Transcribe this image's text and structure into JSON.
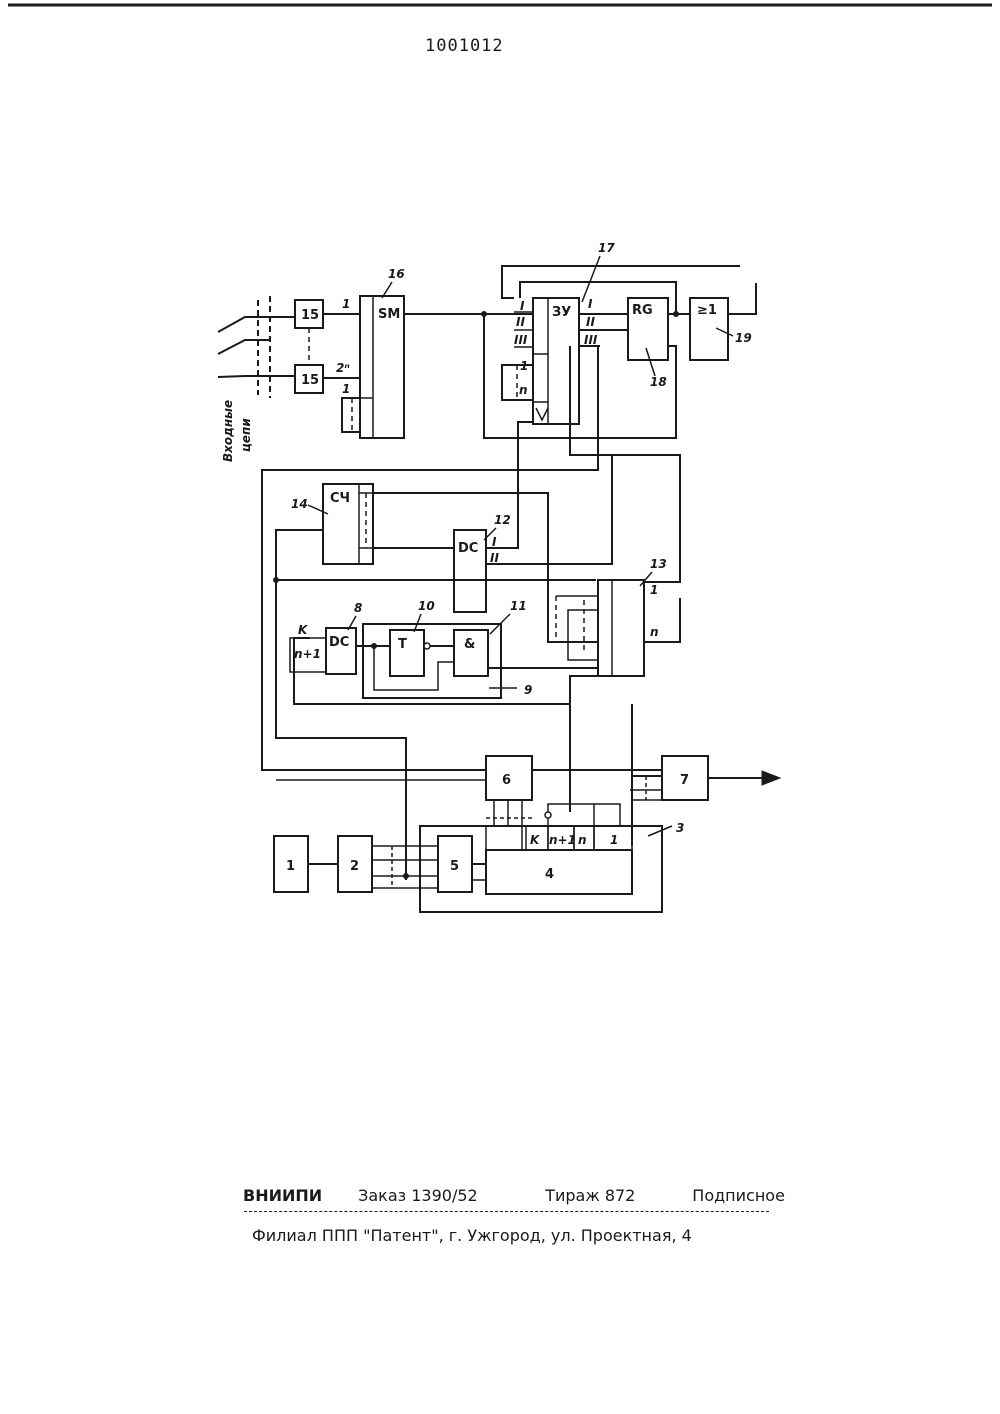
{
  "page_number": "1001012",
  "diagram": {
    "side_label_1": "Входные",
    "side_label_2": "цепи",
    "blocks": {
      "b1": "1",
      "b2": "2",
      "b4": "4",
      "b5": "5",
      "b6": "6",
      "b7": "7",
      "b8": "DC",
      "b10": "T",
      "b11": "&",
      "b12": "DC",
      "b14": "СЧ",
      "b15a": "15",
      "b15b": "15",
      "b16": "SM",
      "b17": "ЗУ",
      "b18": "RG",
      "b19": "≥1"
    },
    "refs": {
      "r3": "3",
      "r8": "8",
      "r9": "9",
      "r10": "10",
      "r11": "11",
      "r12": "12",
      "r13": "13",
      "r14": "14",
      "r16": "16",
      "r17": "17",
      "r18": "18",
      "r19": "19"
    },
    "pins": {
      "sm_in1": "1",
      "sm_in2n": "2ⁿ",
      "sm_in3": "1",
      "zu_I": "I",
      "zu_II": "II",
      "zu_III": "III",
      "zu_1": "1",
      "zu_n": "n",
      "zu_out_I": "I",
      "zu_out_II": "II",
      "zu_out_III": "III",
      "dc12_I": "I",
      "dc12_II": "II",
      "b13_1": "1",
      "b13_n": "n",
      "dc8_k": "K",
      "dc8_n1": "n+1",
      "b4_k": "K",
      "b4_n1": "n+1",
      "b4_n": "n",
      "b4_1": "1"
    }
  },
  "imprint": {
    "org": "ВНИИПИ",
    "order": "Заказ 1390/52",
    "circulation": "Тираж 872",
    "subscription": "Подписное",
    "branch": "Филиал ППП \"Патент\", г. Ужгород, ул. Проектная, 4"
  }
}
